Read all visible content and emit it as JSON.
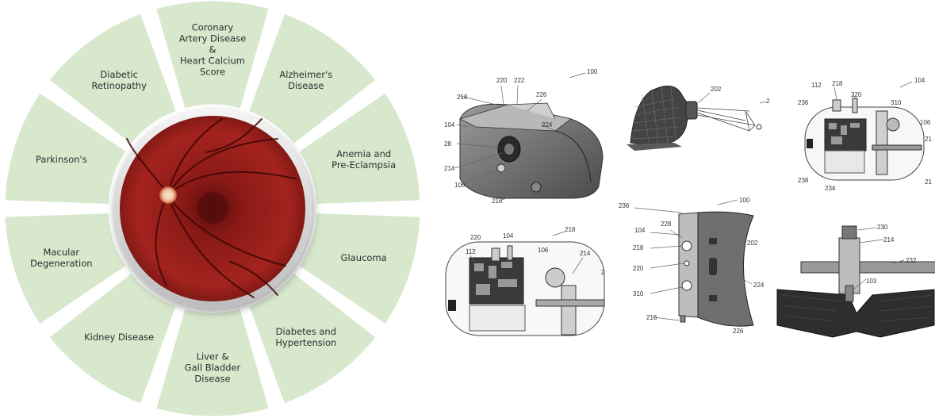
{
  "wheel": {
    "segments": [
      {
        "id": "coronary",
        "lines": [
          "Coronary",
          "Artery Disease",
          "&",
          "Heart Calcium",
          "Score"
        ],
        "angle": 0
      },
      {
        "id": "alzheimers",
        "lines": [
          "Alzheimer's",
          "Disease"
        ],
        "angle": 36
      },
      {
        "id": "anemia",
        "lines": [
          "Anemia and",
          "Pre-Eclampsia"
        ],
        "angle": 72
      },
      {
        "id": "glaucoma",
        "lines": [
          "Glaucoma"
        ],
        "angle": 108
      },
      {
        "id": "diabetes",
        "lines": [
          "Diabetes and",
          "Hypertension"
        ],
        "angle": 144
      },
      {
        "id": "liver",
        "lines": [
          "Liver &",
          "Gall Bladder",
          "Disease"
        ],
        "angle": 180
      },
      {
        "id": "kidney",
        "lines": [
          "Kidney Disease"
        ],
        "angle": 216
      },
      {
        "id": "macular",
        "lines": [
          "Macular",
          "Degeneration"
        ],
        "angle": 252
      },
      {
        "id": "parkinsons",
        "lines": [
          "Parkinson's"
        ],
        "angle": 288
      },
      {
        "id": "retinopathy",
        "lines": [
          "Diabetic",
          "Retinopathy"
        ],
        "angle": 324
      }
    ],
    "colors": {
      "segment": "#d7e8cd",
      "segment_stroke": "#ffffff",
      "retina_dark": "#5a0d0d",
      "retina_mid": "#a4231f",
      "optic_disc": "#f2c5a6"
    }
  },
  "drawings": {
    "fig_a": {
      "labels": [
        "100",
        "220",
        "222",
        "226",
        "218",
        "224",
        "104",
        "28",
        "214",
        "106",
        "216"
      ]
    },
    "fig_b": {
      "labels": [
        "202",
        "2"
      ]
    },
    "fig_c": {
      "labels": [
        "104",
        "112",
        "218",
        "220",
        "310",
        "236",
        "106",
        "238",
        "234",
        "21",
        "21"
      ]
    },
    "fig_d": {
      "labels": [
        "218",
        "220",
        "104",
        "112",
        "106",
        "214",
        "2"
      ]
    },
    "fig_e": {
      "labels": [
        "100",
        "236",
        "228",
        "104",
        "218",
        "202",
        "220",
        "224",
        "310",
        "216",
        "226"
      ]
    },
    "fig_f": {
      "labels": [
        "230",
        "214",
        "232",
        "103"
      ]
    }
  }
}
